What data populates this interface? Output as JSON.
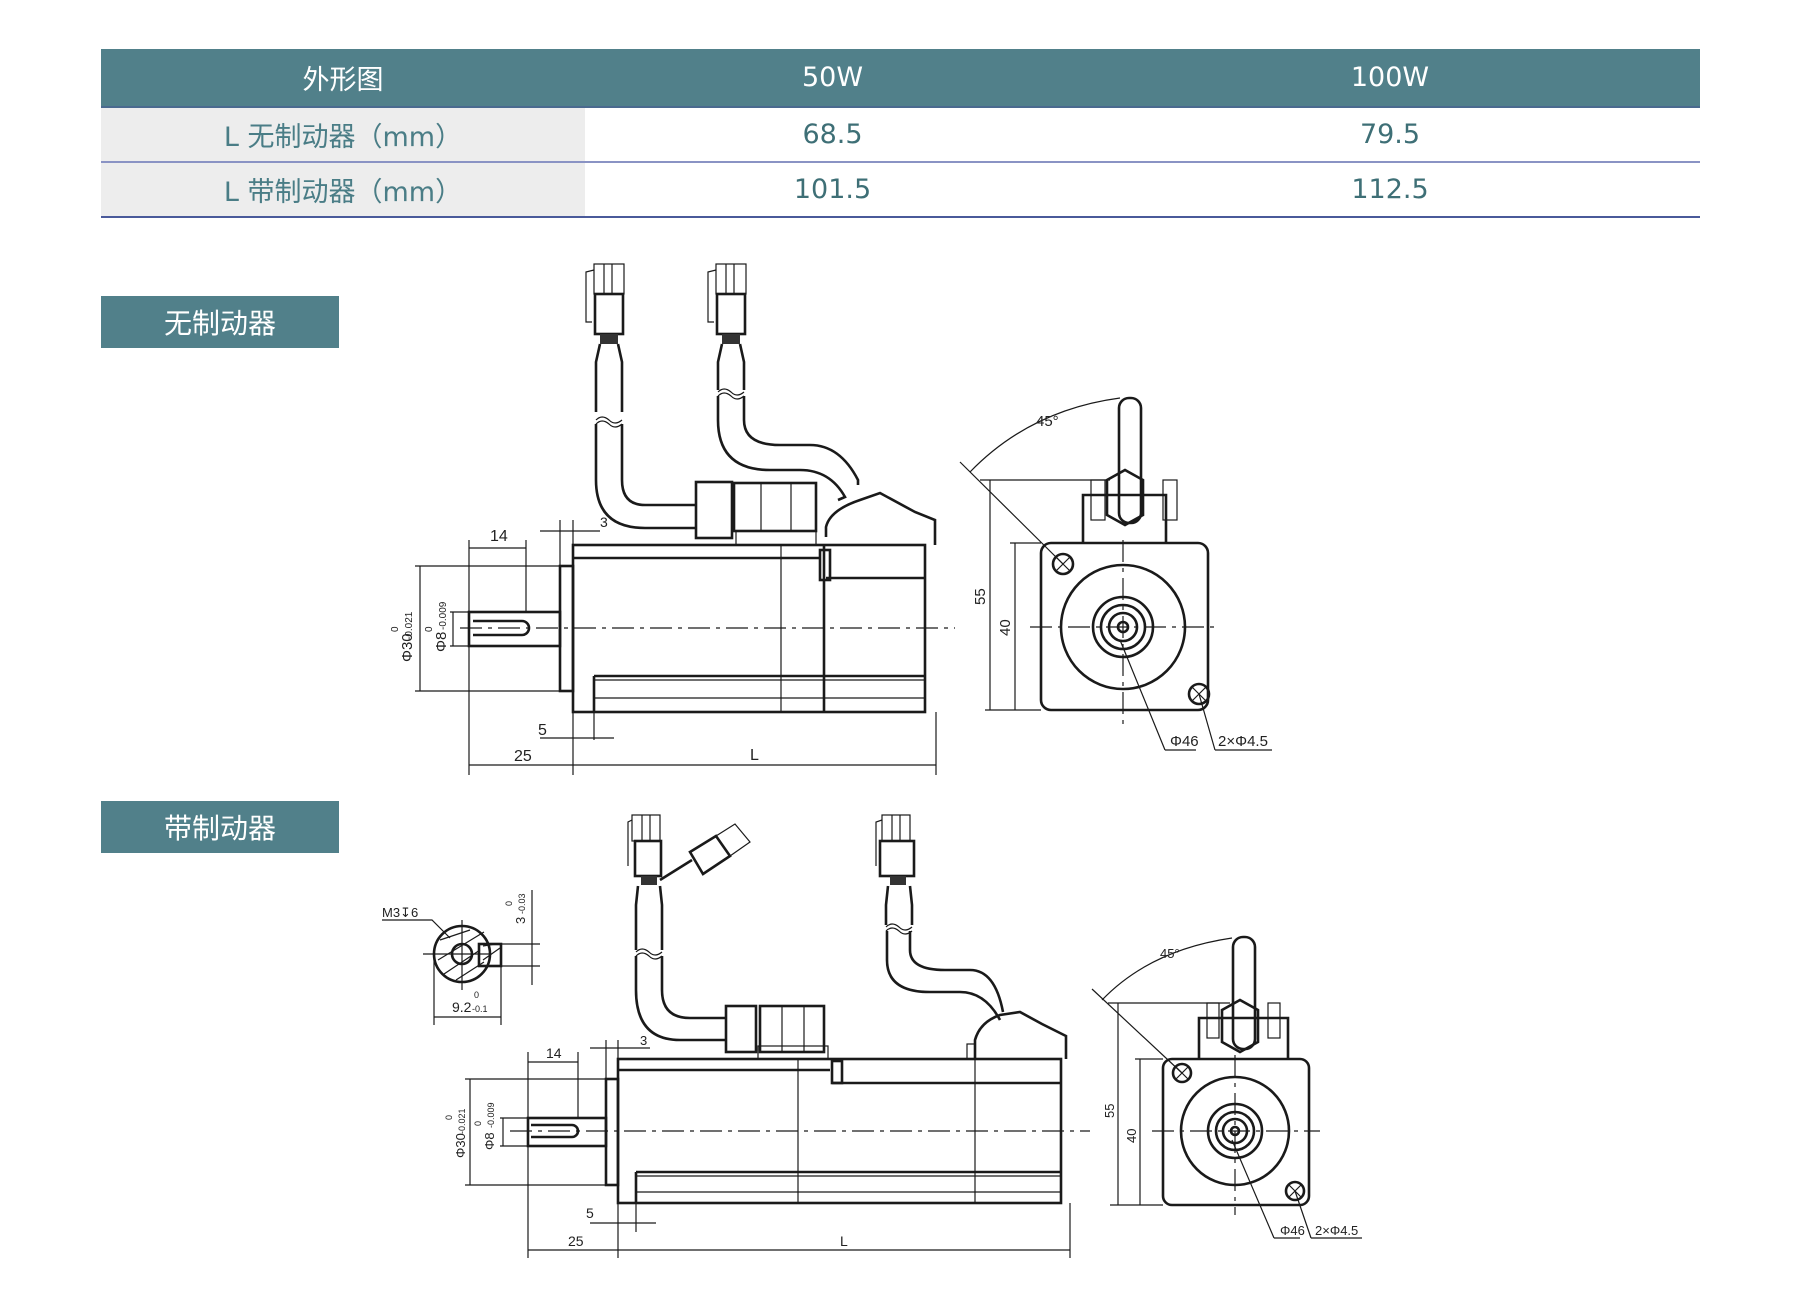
{
  "table": {
    "header": [
      "外形图",
      "50W",
      "100W"
    ],
    "rows": [
      {
        "label": "L 无制动器（mm）",
        "values": [
          "68.5",
          "79.5"
        ]
      },
      {
        "label": "L 带制动器（mm）",
        "values": [
          "101.5",
          "112.5"
        ]
      }
    ]
  },
  "sections": {
    "no_brake": {
      "label": "无制动器"
    },
    "with_brake": {
      "label": "带制动器"
    }
  },
  "dimensions": {
    "shaft_length": "14",
    "flange_gap": "3",
    "flange_thickness": "5",
    "shaft_extension": "25",
    "body_length": "L",
    "pilot_diameter": "Φ30",
    "pilot_tol_upper": "0",
    "pilot_tol_lower": "-0.021",
    "shaft_diameter": "Φ8",
    "shaft_tol_upper": "0",
    "shaft_tol_lower": "-0.009",
    "angle": "45°",
    "height_55": "55",
    "square_40": "40",
    "bolt_circle": "Φ46",
    "mount_holes": "2×Φ4.5",
    "tapped_hole": "M3↧6",
    "key_width": "3",
    "key_width_tol_upper": "0",
    "key_width_tol_lower": "-0.03",
    "key_depth": "9.2",
    "key_depth_tol_upper": "0",
    "key_depth_tol_lower": "-0.1"
  },
  "colors": {
    "header_bg": "#51808a",
    "text_teal": "#3e6f76",
    "row_label_bg": "#ededed"
  }
}
